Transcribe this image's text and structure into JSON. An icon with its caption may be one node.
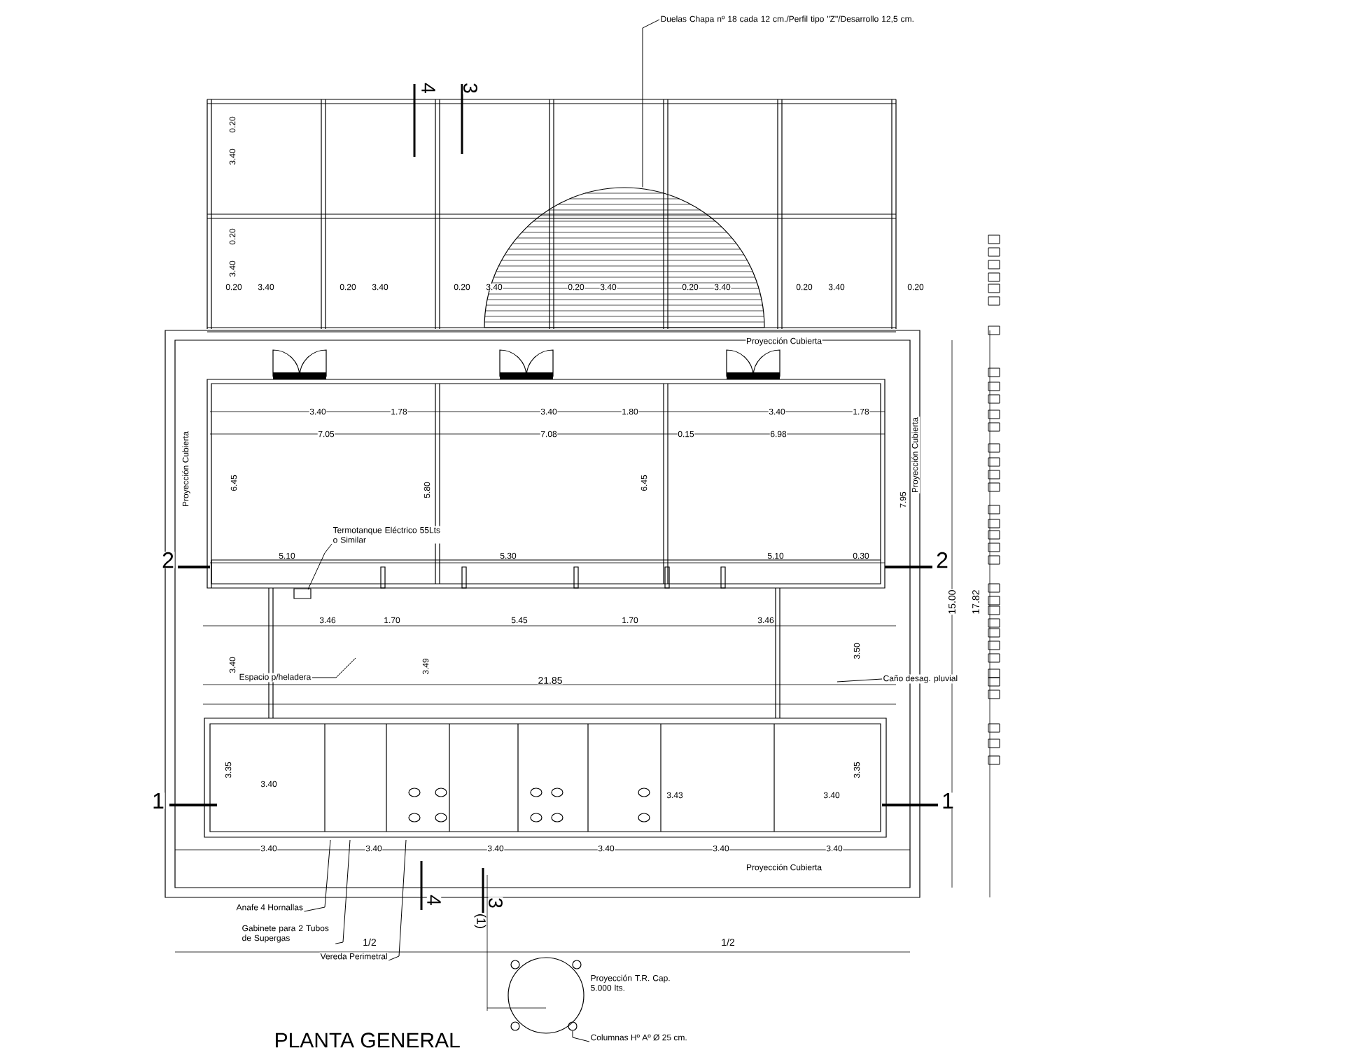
{
  "diagram": {
    "title": "PLANTA GENERAL",
    "nodes": [
      {
        "text": [],
        "shape": "semicircle"
      },
      {
        "text": [
          "Duelas Chapa nº 18 cada 12 cm./Perfil tipo \"Z\"/Desarrollo 12,5 cm."
        ]
      },
      {
        "text": [
          "Termotanque Eléctrico 55Lts o Similar"
        ]
      },
      {
        "text": [],
        "shape": "box"
      },
      {
        "text": [
          "Espacio p/heladera"
        ]
      },
      {
        "text": [
          "Caño desag. pluvial"
        ]
      },
      {
        "text": [
          "Anafe 4 Hornallas"
        ]
      },
      {
        "text": [
          "Gabinete para 2 Tubos de Supergas"
        ]
      },
      {
        "text": [
          "Vereda Perimetral"
        ]
      },
      {
        "text": [],
        "shape": "circle",
        "beside": [
          "Proyección T.R. Cap. 5.000 lts."
        ]
      },
      {
        "text": [],
        "shape": "circle"
      },
      {
        "text": [
          "Columnas Hº Aº Ø 25 cm."
        ]
      }
    ],
    "edges": [
      {
        "from": 1,
        "to": 0,
        "arrow": "none"
      },
      {
        "from": 2,
        "to": 3,
        "arrow": "none"
      },
      {
        "from": 4,
        "to": null,
        "arrow": "none"
      },
      {
        "from": 5,
        "to": null,
        "arrow": "none"
      },
      {
        "from": 6,
        "to": null,
        "arrow": "none"
      },
      {
        "from": 7,
        "to": null,
        "arrow": "none"
      },
      {
        "from": 8,
        "to": null,
        "arrow": "none"
      },
      {
        "from": 11,
        "to": 10,
        "arrow": "none"
      }
    ],
    "labels": [
      "0.20",
      "3.40",
      "0.20",
      "3.40",
      "0.20",
      "3.40",
      "0.20",
      "3.40",
      "0.20",
      "3.40",
      "0.20",
      "3.40",
      "0.20",
      "0.20",
      "3.40",
      "0.20",
      "3.40",
      "3.40",
      "1.78",
      "3.40",
      "1.80",
      "3.40",
      "1.78",
      "7.05",
      "7.08",
      "0.15",
      "6.98",
      "6.45",
      "5.80",
      "6.45",
      "7.95",
      "5.10",
      "5.30",
      "5.10",
      "0.30",
      "3.46",
      "1.70",
      "5.45",
      "1.70",
      "3.46",
      "3.40",
      "3.49",
      "3.50",
      "21.85",
      "3.35",
      "3.40",
      "3.43",
      "3.40",
      "3.35",
      "3.40",
      "3.40",
      "3.40",
      "3.40",
      "3.40",
      "3.40",
      "15.00",
      "17.82",
      "4",
      "3",
      "2",
      "2",
      "1",
      "1",
      "4",
      "3",
      "(1)",
      "Proyección Cubierta",
      "Proyección Cubierta",
      "Proyección Cubierta",
      "Proyección Cubierta",
      "1/2",
      "1/2"
    ]
  }
}
